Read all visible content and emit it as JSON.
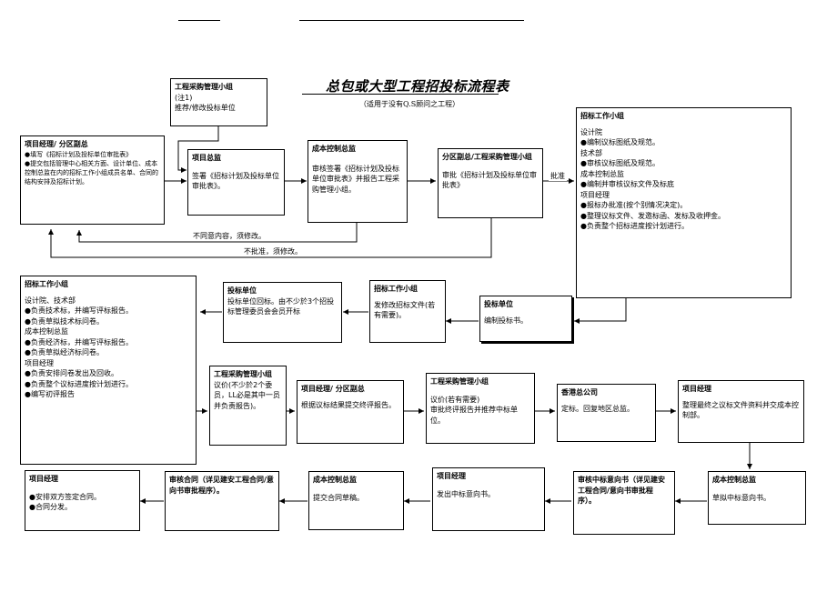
{
  "title": "总包或大型工程招投标流程表",
  "subtitle": "（适用于没有Q.S顾问之工程）",
  "boxes": {
    "b1": {
      "head": "工程采购管理小组",
      "lines": [
        "(注1)",
        "推荐/修改投标单位"
      ]
    },
    "b2": {
      "head": "项目经理/ 分区副总",
      "lines": [
        "●填写《招标计划及投标单位审批表》",
        "●提交包括管理中心相关方面、设计单位、成本控制总监在内的招标工作小组成员名单、合同的结构安排及招标计划。"
      ]
    },
    "b3": {
      "head": "项目总监",
      "lines": [
        "签署《招标计划及投标单位审批表》。"
      ]
    },
    "b4": {
      "head": "成本控制总监",
      "lines": [
        "审核签署《招标计划及投标单位审批表》并报告工程采购管理小组。"
      ]
    },
    "b5": {
      "head": "分区副总/工程采购管理小组",
      "lines": [
        "审批《招标计划及投标单位审批表》"
      ]
    },
    "b6": {
      "head": "招标工作小组",
      "lines": [
        "设计院",
        "●编制议标图纸及规范。",
        "技术部",
        "●审核议标图纸及规范。",
        "成本控制总监",
        "●编制并审核议标文件及标底",
        "项目经理",
        "●报标办批准(按个别情况决定)。",
        "●整理议标文件、发邀标函、发标及收押金。",
        "●负责整个招标进度按计划进行。"
      ]
    },
    "b7": {
      "head": "招标工作小组",
      "lines": [
        "设计院、技术部",
        "●负责技术标，并编写评标报告。",
        "●负责草拟技术标问卷。",
        "成本控制总监",
        "●负责经济标，并编写评标报告。",
        "●负责草拟经济标问卷。",
        "项目经理",
        "●负责安排问卷发出及回收。",
        "●负责整个议标进度按计划进行。",
        "●编写初评报告"
      ]
    },
    "b8": {
      "head": "投标单位",
      "lines": [
        "投标单位回标。由不少於3个招投标管理委员会会员开标"
      ]
    },
    "b9": {
      "head": "招标工作小组",
      "lines": [
        "发修改招标文件(若有需要)。"
      ]
    },
    "b10": {
      "head": "投标单位",
      "lines": [
        "编制投标书。"
      ]
    },
    "b11": {
      "head": "工程采购管理小组",
      "lines": [
        "议价(不少於2个委员，LL必是其中一员并负责报告)。"
      ]
    },
    "b12": {
      "head": "项目经理/ 分区副总",
      "lines": [
        "根据议标结果提交终评报告。"
      ]
    },
    "b13": {
      "head": "工程采购管理小组",
      "lines": [
        "议价(若有需要)",
        "审批终评报告并推荐中标单位。"
      ]
    },
    "b14": {
      "head": "香港总公司",
      "lines": [
        "定标。回复地区总监。"
      ]
    },
    "b15": {
      "head": "项目经理",
      "lines": [
        "整理最终之议标文件资料并交成本控制部。"
      ]
    },
    "b16": {
      "head": "成本控制总监",
      "lines": [
        "草拟中标意向书。"
      ]
    },
    "b17": {
      "head": "审核中标意向书（详见建安工程合同/意向书审批程序）。",
      "lines": []
    },
    "b18": {
      "head": "项目经理",
      "lines": [
        "发出中标意向书。"
      ]
    },
    "b19": {
      "head": "成本控制总监",
      "lines": [
        "提交合同草稿。"
      ]
    },
    "b20": {
      "head": "审核合同（详见建安工程合同/意向书审批程序）。",
      "lines": []
    },
    "b21": {
      "head": "项目经理",
      "lines": [
        "●安排双方签定合同。",
        "●合同分发。"
      ]
    }
  },
  "labels": {
    "approve": "批准",
    "disagree": "不同意内容，须修改。",
    "not_approved": "不批准，须修改。"
  }
}
